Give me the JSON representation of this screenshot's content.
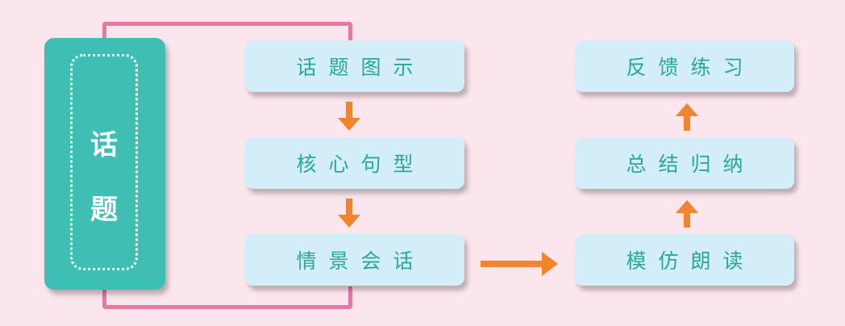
{
  "topic": {
    "chars": [
      "话",
      "题"
    ]
  },
  "steps": {
    "s1": "话题图示",
    "s2": "核心句型",
    "s3": "情景会话",
    "s4": "模仿朗读",
    "s5": "总结归纳",
    "s6": "反馈练习"
  },
  "colors": {
    "background": "#fce6ee",
    "topic_box": "#3fbfb3",
    "step_box": "#d3eef9",
    "step_text": "#2aa79e",
    "arrow": "#f0852d",
    "bracket": "#e479a6"
  },
  "icons": [
    "arrow-down-icon",
    "arrow-right-icon",
    "arrow-up-icon"
  ]
}
